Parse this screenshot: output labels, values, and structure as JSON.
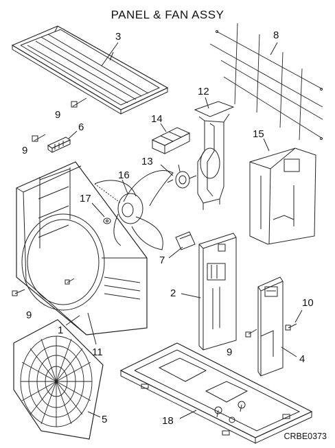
{
  "title": "PANEL & FAN ASSY",
  "drawing_code": "CRBE0373",
  "labels": {
    "p1": "1",
    "p2": "2",
    "p3": "3",
    "p4": "4",
    "p5": "5",
    "p6": "6",
    "p7": "7",
    "p8": "8",
    "p9a": "9",
    "p9b": "9",
    "p9c": "9",
    "p9d": "9",
    "p10": "10",
    "p11": "11",
    "p12": "12",
    "p13": "13",
    "p14": "14",
    "p15": "15",
    "p16": "16",
    "p17": "17",
    "p18": "18"
  }
}
